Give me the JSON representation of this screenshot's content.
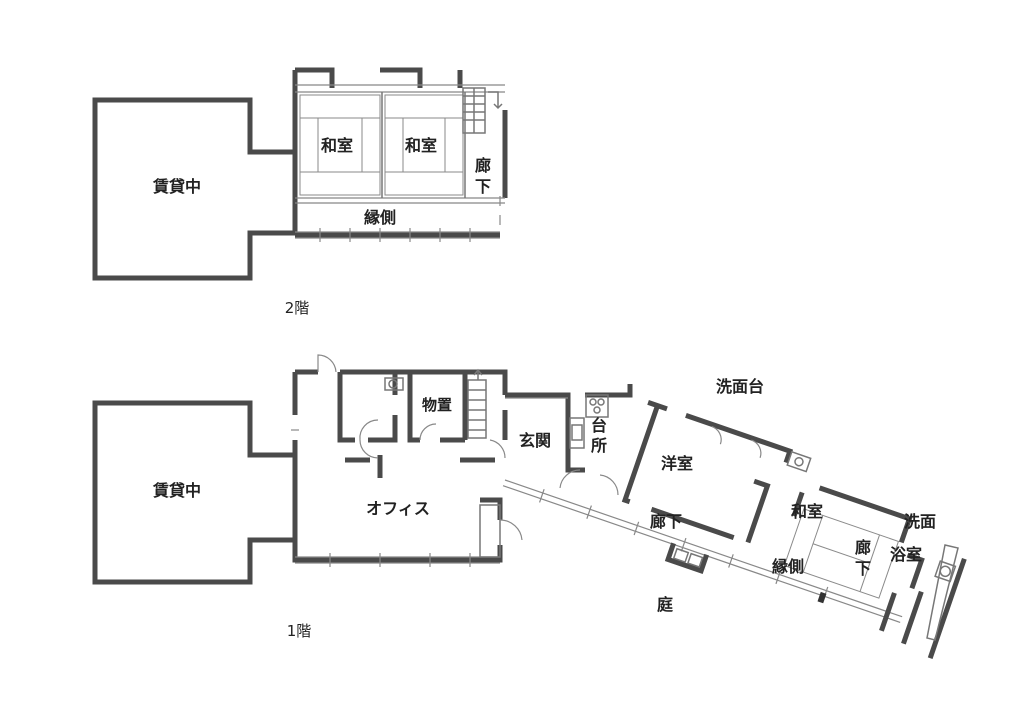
{
  "floors": {
    "second": {
      "label": "2階"
    },
    "first": {
      "label": "1階"
    }
  },
  "rooms": {
    "f2_rental": "賃貸中",
    "f2_washitsu_a": "和室",
    "f2_washitsu_b": "和室",
    "f2_rouka": "廊下",
    "f2_engawa": "縁側",
    "f1_rental": "賃貸中",
    "f1_office": "オフィス",
    "f1_monooki": "物置",
    "f1_genkan": "玄関",
    "f1_daidokoro": "台所",
    "f1_senmendai": "洗面台",
    "f1_youshitsu": "洋室",
    "f1_rouka": "廊下",
    "f1_washitsu": "和室",
    "f1_senmen": "洗面",
    "f1_rouka2": "廊下",
    "f1_yokushitsu": "浴室",
    "f1_engawa": "縁側",
    "f1_niwa": "庭"
  }
}
